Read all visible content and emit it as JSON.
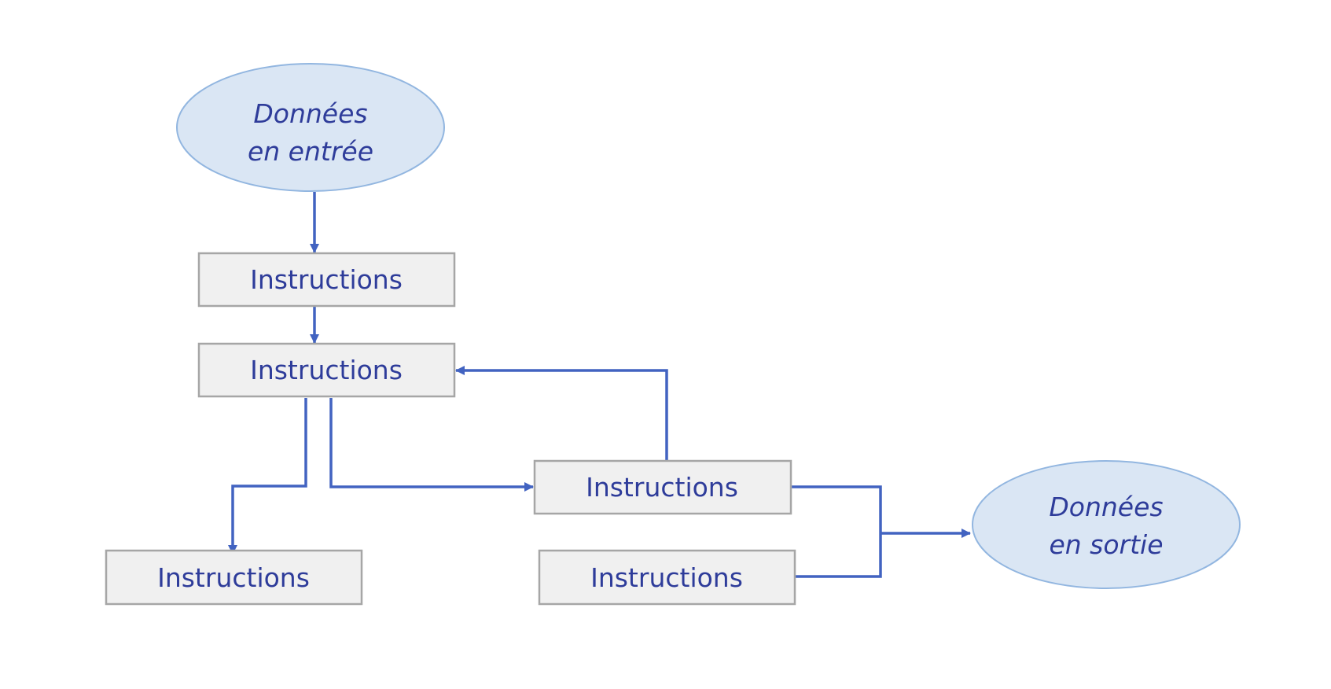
{
  "nodes": {
    "input": {
      "line1": "Données",
      "line2": "en entrée"
    },
    "box1": {
      "label": "Instructions"
    },
    "box2": {
      "label": "Instructions"
    },
    "box3": {
      "label": "Instructions"
    },
    "box4": {
      "label": "Instructions"
    },
    "box5": {
      "label": "Instructions"
    },
    "output": {
      "line1": "Données",
      "line2": "en sortie"
    }
  },
  "colors": {
    "box_fill": "#f0f0f0",
    "box_border": "#a6a6a6",
    "oval_fill": "#dae6f4",
    "oval_border": "#92b6e0",
    "arrow": "#4263c1",
    "text": "#2e3c9a"
  }
}
